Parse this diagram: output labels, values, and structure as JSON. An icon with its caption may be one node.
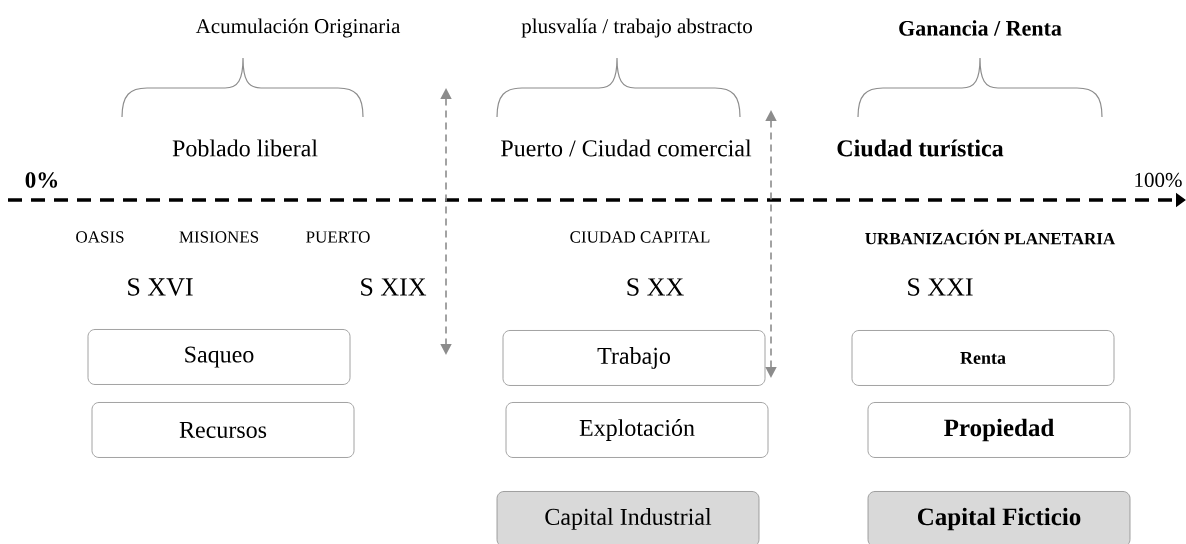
{
  "diagram": {
    "nodes": [
      {
        "text": [
          "Saqueo"
        ]
      },
      {
        "text": [
          "Recursos"
        ]
      },
      {
        "text": [
          "Trabajo"
        ]
      },
      {
        "text": [
          "Explotación"
        ]
      },
      {
        "text": [
          "Capital Industrial"
        ]
      },
      {
        "text": [
          "Renta"
        ]
      },
      {
        "text": [
          "Propiedad"
        ]
      },
      {
        "text": [
          "Capital Ficticio"
        ]
      }
    ],
    "labels": [
      "Acumulación Originaria",
      "plusvalía / trabajo abstracto",
      "Ganancia / Renta",
      "Poblado liberal",
      "Puerto / Ciudad comercial",
      "Ciudad turística",
      "0%",
      "100%",
      "OASIS",
      "MISIONES",
      "PUERTO",
      "CIUDAD CAPITAL",
      "URBANIZACIÓN PLANETARIA",
      "S XVI",
      "S XIX",
      "S XX",
      "S XXI"
    ]
  }
}
